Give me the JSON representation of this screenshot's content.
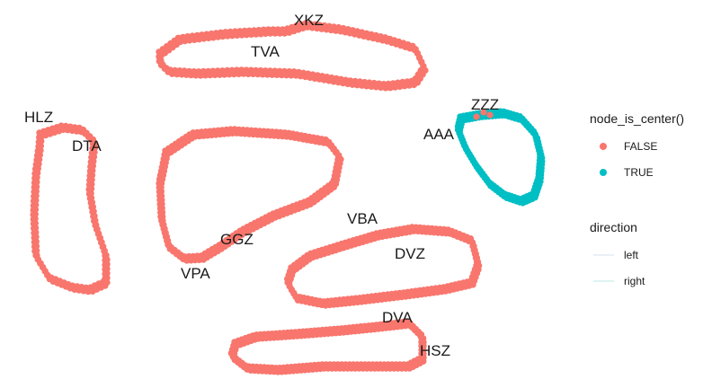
{
  "colors": {
    "false": "#F8766D",
    "true": "#00BFC4",
    "edge_left": "#e3ecf3",
    "edge_right": "#d3f1ee"
  },
  "node_labels": {
    "xkz": "XKZ",
    "tva": "TVA",
    "hlz": "HLZ",
    "dta": "DTA",
    "zzz": "ZZZ",
    "aaa": "AAA",
    "vba": "VBA",
    "ggz": "GGZ",
    "dvz": "DVZ",
    "vpa": "VPA",
    "dva": "DVA",
    "hsz": "HSZ"
  },
  "legend": {
    "color_title": "node_is_center()",
    "false_label": "FALSE",
    "true_label": "TRUE",
    "edge_title": "direction",
    "left_label": "left",
    "right_label": "right"
  }
}
